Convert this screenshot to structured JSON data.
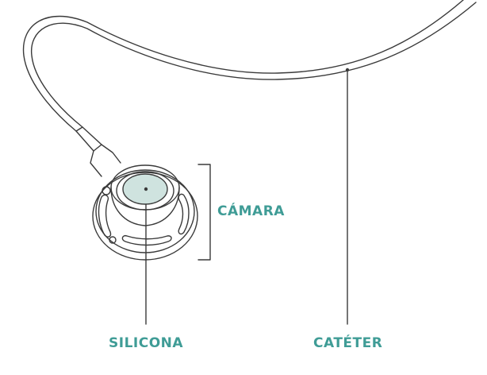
{
  "labels": {
    "chamber": "CÁMARA",
    "silicone": "SILICONA",
    "catheter": "CATÉTER"
  },
  "colors": {
    "label": "#3f9c96",
    "line": "#3a3a3a",
    "silicone_fill": "#cfe3df",
    "background": "#ffffff"
  }
}
